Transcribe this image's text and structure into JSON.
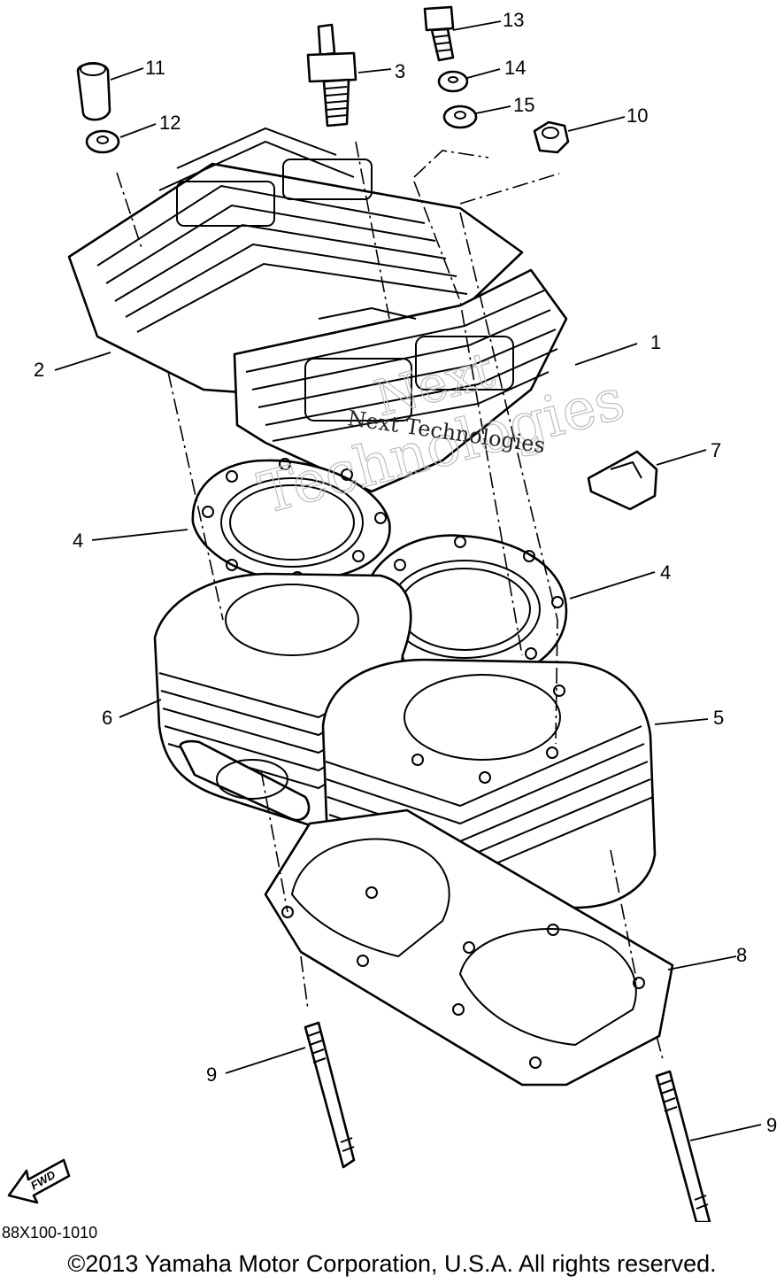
{
  "callouts": {
    "c1": "1",
    "c2": "2",
    "c3": "3",
    "c4a": "4",
    "c4b": "4",
    "c5": "5",
    "c6": "6",
    "c7": "7",
    "c8": "8",
    "c9a": "9",
    "c9b": "9",
    "c10": "10",
    "c11": "11",
    "c12": "12",
    "c13": "13",
    "c14": "14",
    "c15": "15"
  },
  "watermark": {
    "line1": "Next",
    "line2": "Technologies",
    "inline": "Next Technologies"
  },
  "fwd_label": "FWD",
  "diagram_code": "88X100-1010",
  "copyright": "©2013 Yamaha Motor Corporation, U.S.A. All rights reserved."
}
